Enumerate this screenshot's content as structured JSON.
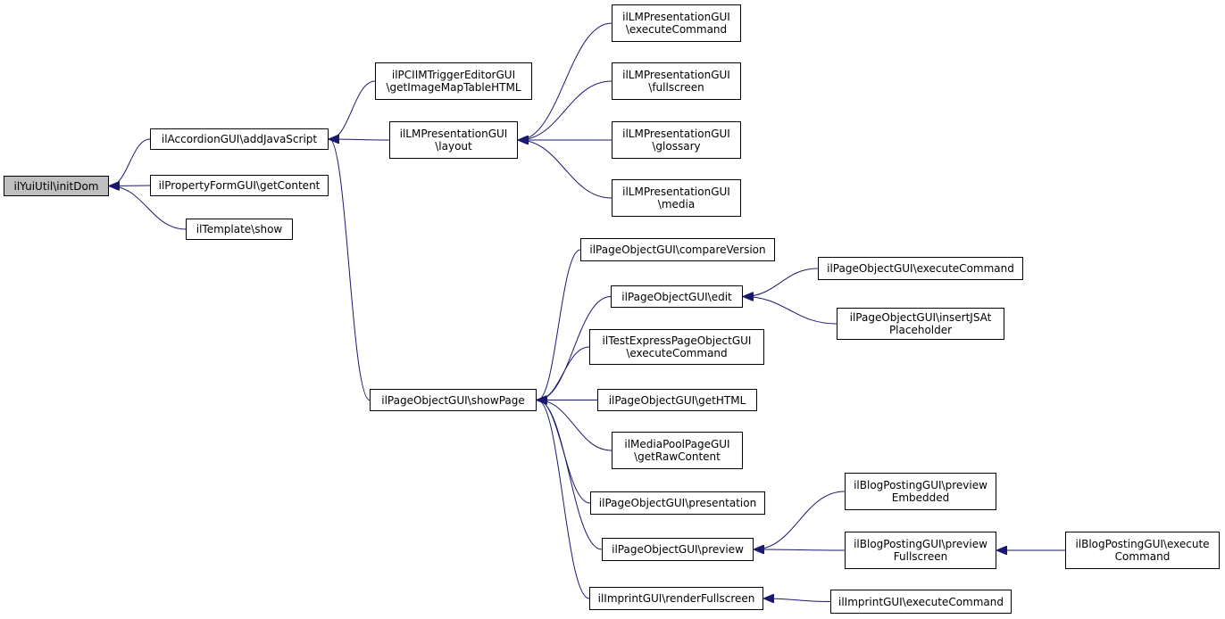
{
  "graph": {
    "root": "n0",
    "colors": {
      "edge": "#191970",
      "node_border": "#000000",
      "root_fill": "#bfbfbf",
      "node_fill": "#ffffff"
    },
    "nodes": {
      "n0": {
        "lines": [
          "ilYuiUtil\\initDom"
        ]
      },
      "n1": {
        "lines": [
          "ilAccordionGUI\\addJavaScript"
        ]
      },
      "n2": {
        "lines": [
          "ilPropertyFormGUI\\getContent"
        ]
      },
      "n3": {
        "lines": [
          "ilTemplate\\show"
        ]
      },
      "n4": {
        "lines": [
          "ilPCIIMTriggerEditorGUI",
          "\\getImageMapTableHTML"
        ]
      },
      "n5": {
        "lines": [
          "ilLMPresentationGUI",
          "\\layout"
        ]
      },
      "n6": {
        "lines": [
          "ilPageObjectGUI\\showPage"
        ]
      },
      "n7": {
        "lines": [
          "ilLMPresentationGUI",
          "\\executeCommand"
        ]
      },
      "n8": {
        "lines": [
          "ilLMPresentationGUI",
          "\\fullscreen"
        ]
      },
      "n9": {
        "lines": [
          "ilLMPresentationGUI",
          "\\glossary"
        ]
      },
      "n10": {
        "lines": [
          "ilLMPresentationGUI",
          "\\media"
        ]
      },
      "n11": {
        "lines": [
          "ilPageObjectGUI\\compareVersion"
        ]
      },
      "n12": {
        "lines": [
          "ilPageObjectGUI\\edit"
        ]
      },
      "n13": {
        "lines": [
          "ilTestExpressPageObjectGUI",
          "\\executeCommand"
        ]
      },
      "n14": {
        "lines": [
          "ilPageObjectGUI\\getHTML"
        ]
      },
      "n15": {
        "lines": [
          "ilMediaPoolPageGUI",
          "\\getRawContent"
        ]
      },
      "n16": {
        "lines": [
          "ilPageObjectGUI\\presentation"
        ]
      },
      "n17": {
        "lines": [
          "ilPageObjectGUI\\preview"
        ]
      },
      "n18": {
        "lines": [
          "ilImprintGUI\\renderFullscreen"
        ]
      },
      "n19": {
        "lines": [
          "ilPageObjectGUI\\executeCommand"
        ]
      },
      "n20": {
        "lines": [
          "ilPageObjectGUI\\insertJSAt",
          "Placeholder"
        ]
      },
      "n21": {
        "lines": [
          "ilBlogPostingGUI\\preview",
          "Embedded"
        ]
      },
      "n22": {
        "lines": [
          "ilBlogPostingGUI\\preview",
          "Fullscreen"
        ]
      },
      "n23": {
        "lines": [
          "ilBlogPostingGUI\\execute",
          "Command"
        ]
      },
      "n24": {
        "lines": [
          "ilImprintGUI\\executeCommand"
        ]
      }
    },
    "edges": [
      [
        "n1",
        "n0"
      ],
      [
        "n2",
        "n0"
      ],
      [
        "n3",
        "n0"
      ],
      [
        "n4",
        "n1"
      ],
      [
        "n5",
        "n1"
      ],
      [
        "n6",
        "n1"
      ],
      [
        "n7",
        "n5"
      ],
      [
        "n8",
        "n5"
      ],
      [
        "n9",
        "n5"
      ],
      [
        "n10",
        "n5"
      ],
      [
        "n11",
        "n6"
      ],
      [
        "n12",
        "n6"
      ],
      [
        "n13",
        "n6"
      ],
      [
        "n14",
        "n6"
      ],
      [
        "n15",
        "n6"
      ],
      [
        "n16",
        "n6"
      ],
      [
        "n17",
        "n6"
      ],
      [
        "n18",
        "n6"
      ],
      [
        "n19",
        "n12"
      ],
      [
        "n20",
        "n12"
      ],
      [
        "n21",
        "n17"
      ],
      [
        "n22",
        "n17"
      ],
      [
        "n23",
        "n22"
      ],
      [
        "n24",
        "n18"
      ]
    ]
  }
}
